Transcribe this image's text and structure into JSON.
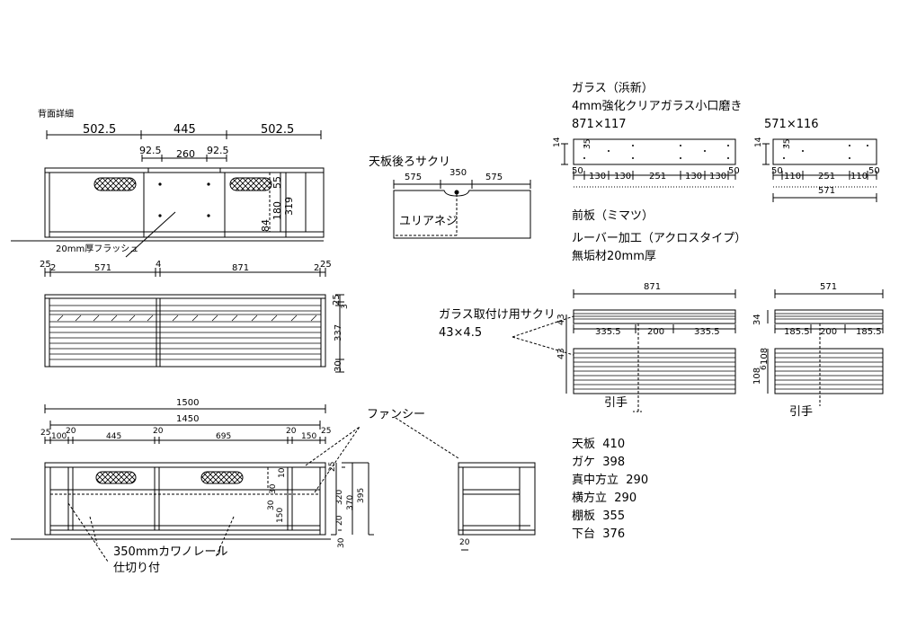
{
  "back_detail": {
    "title": "背面詳細",
    "dims_top": [
      "502.5",
      "445",
      "502.5"
    ],
    "dims_mid": [
      "92.5",
      "260",
      "92.5"
    ],
    "dims_right": [
      "55",
      "180",
      "319",
      "84"
    ],
    "flush_note": "20mm厚フラッシュ"
  },
  "front_widths": [
    "25",
    "2",
    "571",
    "4",
    "871",
    "2",
    "25"
  ],
  "louver_heights": [
    "25",
    "3",
    "337",
    "30"
  ],
  "top_plate": {
    "title": "天板後ろサクリ",
    "dims": [
      "575",
      "350",
      "575"
    ],
    "screw_label": "ユリアネジ"
  },
  "glass": {
    "title": "ガラス（浜新）",
    "spec": "4mm強化クリアガラス小口磨き",
    "size_a": "871×117",
    "size_b": "571×116",
    "left_label": "14",
    "left_sub": "35",
    "dims_a": [
      "50",
      "130",
      "130",
      "251",
      "130",
      "130",
      "50"
    ],
    "dims_b": [
      "50",
      "110",
      "251",
      "110",
      "50"
    ],
    "dims_b_total": "571"
  },
  "front_panel": {
    "title": "前板（ミマツ）",
    "spec1": "ルーバー加工（アクロスタイプ）",
    "spec2": "無垢材20mm厚",
    "width_a": "871",
    "width_b": "571",
    "sakuri_label": "ガラス取付け用サクリ",
    "sakuri_size": "43×4.5",
    "dims_a": [
      "335.5",
      "200",
      "335.5"
    ],
    "dims_b": [
      "185.5",
      "200",
      "185.5"
    ],
    "h_a": [
      "43",
      "43"
    ],
    "h_b": [
      "34",
      "108",
      "6",
      "108"
    ],
    "handle": "引手"
  },
  "elevation": {
    "total": "1500",
    "inner": "1450",
    "dims": [
      "25",
      "100",
      "20",
      "445",
      "20",
      "695",
      "20",
      "150",
      "25"
    ],
    "fancy_label": "ファンシー",
    "right_dims": [
      "25",
      "10",
      "30",
      "320",
      "370",
      "395",
      "30",
      "20",
      "30",
      "150"
    ],
    "side_bottom": "20",
    "rail_label": "350mmカワノレール",
    "rail_label2": "仕切り付"
  },
  "materials": [
    {
      "name": "天板",
      "value": "410"
    },
    {
      "name": "ガケ",
      "value": "398"
    },
    {
      "name": "真中方立",
      "value": "290"
    },
    {
      "name": "横方立",
      "value": "290"
    },
    {
      "name": "棚板",
      "value": "355"
    },
    {
      "name": "下台",
      "value": "376"
    }
  ]
}
